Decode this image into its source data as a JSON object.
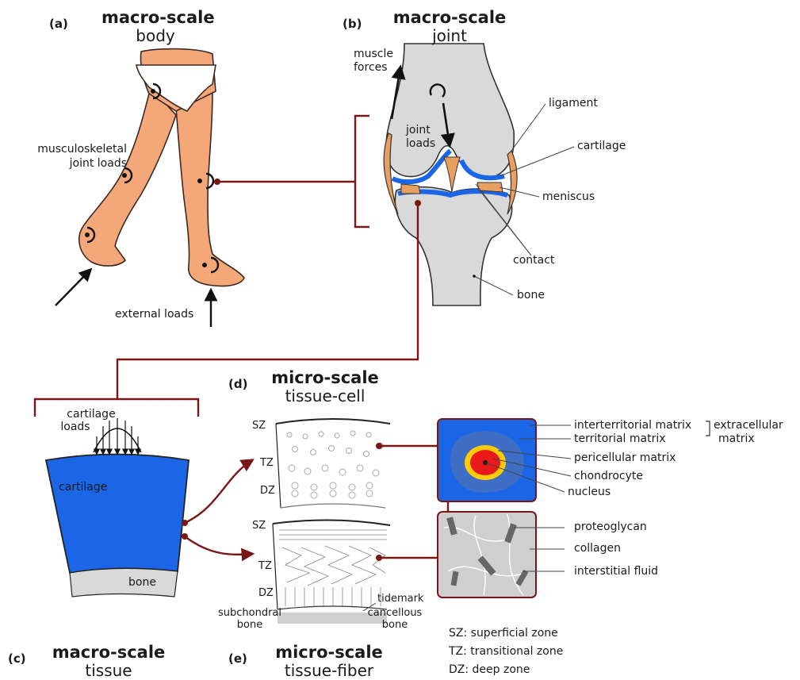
{
  "colors": {
    "skin": "#f4a87a",
    "skin_outline": "#3a2a20",
    "bone": "#d9d9d9",
    "cartilage": "#1a66e6",
    "connector": "#7a1616",
    "pericellular": "#ffcc00",
    "chondrocyte": "#e81a1a",
    "territorial": "#3f6ec4",
    "meniscus": "#e8a060",
    "fiber_box": "#cfcfcf"
  },
  "panels": {
    "a": {
      "letter": "(a)",
      "scale": "macro-scale",
      "level": "body",
      "labels": {
        "joint_loads": [
          "musculoskeletal",
          "joint loads"
        ],
        "external_loads": "external loads"
      }
    },
    "b": {
      "letter": "(b)",
      "scale": "macro-scale",
      "level": "joint",
      "labels": {
        "muscle_forces": [
          "muscle",
          "forces"
        ],
        "joint_loads": [
          "joint",
          "loads"
        ],
        "ligament": "ligament",
        "cartilage": "cartilage",
        "meniscus": "meniscus",
        "contact": "contact",
        "bone": "bone"
      }
    },
    "c": {
      "letter": "(c)",
      "scale": "macro-scale",
      "level": "tissue",
      "labels": {
        "cartilage_loads": [
          "cartilage",
          "loads"
        ],
        "cartilage": "cartilage",
        "bone": "bone"
      }
    },
    "d": {
      "letter": "(d)",
      "scale": "micro-scale",
      "level": "tissue-cell",
      "zones": [
        "SZ",
        "TZ",
        "DZ"
      ],
      "labels": {
        "interterritorial": "interterritorial matrix",
        "territorial": "territorial matrix",
        "pericellular": "pericellular matrix",
        "chondrocyte": "chondrocyte",
        "nucleus": "nucleus",
        "extracellular": [
          "extracellular",
          "matrix"
        ]
      }
    },
    "e": {
      "letter": "(e)",
      "scale": "micro-scale",
      "level": "tissue-fiber",
      "zones": [
        "SZ",
        "TZ",
        "DZ"
      ],
      "labels": {
        "tidemark": "tidemark",
        "subchondral": [
          "subchondral",
          "bone"
        ],
        "cancellous": [
          "cancellous",
          "bone"
        ],
        "proteoglycan": "proteoglycan",
        "collagen": "collagen",
        "interstitial": "interstitial fluid"
      }
    }
  },
  "legend": [
    "SZ: superficial zone",
    "TZ: transitional zone",
    "DZ: deep zone"
  ]
}
